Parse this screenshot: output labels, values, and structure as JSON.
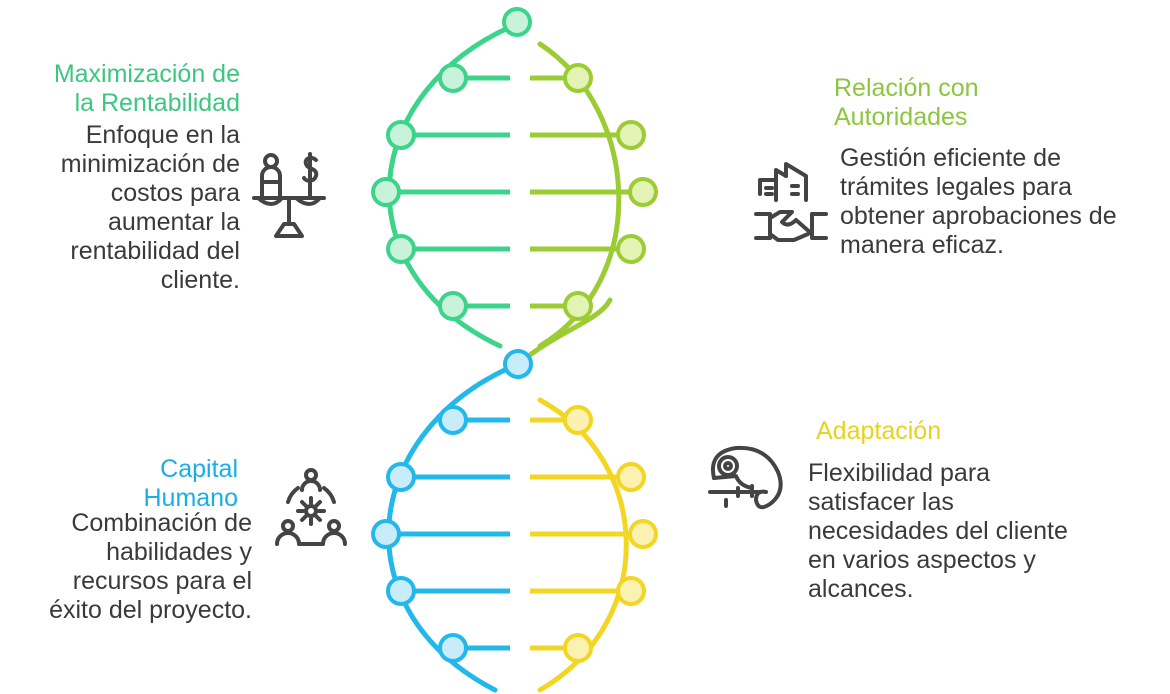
{
  "sections": {
    "rentabilidad": {
      "title": "Maximización de\nla Rentabilidad",
      "description": "Enfoque en la\nminimización de\ncostos para\naumentar la\nrentabilidad del\ncliente.",
      "color": "#3cc77f",
      "icon": "scale-money-icon"
    },
    "autoridades": {
      "title": "Relación con\nAutoridades",
      "description": "Gestión eficiente de\ntrámites legales para\nobtener aprobaciones de\nmanera eficaz.",
      "color": "#8cc63e",
      "icon": "building-handshake-icon"
    },
    "capital": {
      "title": "Capital\nHumano",
      "description": "Combinación de\nhabilidades y\nrecursos para el\néxito del proyecto.",
      "color": "#1aaee6",
      "icon": "team-gear-icon"
    },
    "adaptacion": {
      "title": "Adaptación",
      "description": "Flexibilidad para\nsatisfacer las\nnecesidades del cliente\nen varios aspectos y\nalcances.",
      "color": "#e9d21f",
      "icon": "chameleon-icon"
    }
  },
  "colors": {
    "green_strand": "#3cd48a",
    "green_fill": "#c8f3da",
    "lime_strand": "#9ccc33",
    "lime_fill": "#e2f3b4",
    "blue_strand": "#22b8ea",
    "blue_fill": "#c8ecfa",
    "yellow_strand": "#f2d623",
    "yellow_fill": "#fbf1b0",
    "icon": "#444444"
  }
}
